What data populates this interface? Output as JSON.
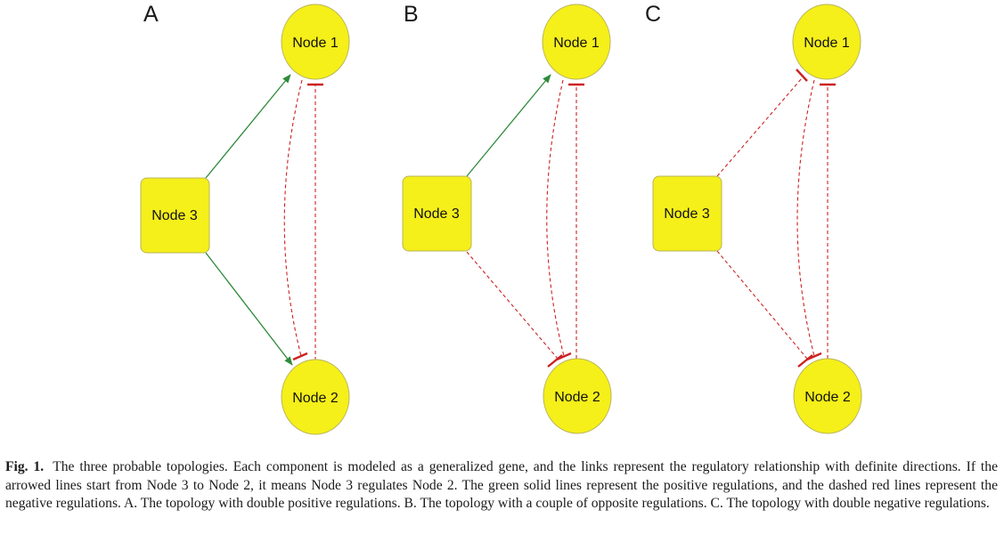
{
  "colors": {
    "node_fill": "#f5ef1a",
    "node_stroke": "#b8b45a",
    "positive": "#2e8b3a",
    "negative": "#cc2222"
  },
  "panels": [
    {
      "label": "A",
      "nodes": {
        "node1": "Node 1",
        "node2": "Node 2",
        "node3": "Node 3"
      },
      "regulations": {
        "node3_to_node1": "positive",
        "node3_to_node2": "positive"
      }
    },
    {
      "label": "B",
      "nodes": {
        "node1": "Node 1",
        "node2": "Node 2",
        "node3": "Node 3"
      },
      "regulations": {
        "node3_to_node1": "positive",
        "node3_to_node2": "negative"
      }
    },
    {
      "label": "C",
      "nodes": {
        "node1": "Node 1",
        "node2": "Node 2",
        "node3": "Node 3"
      },
      "regulations": {
        "node3_to_node1": "negative",
        "node3_to_node2": "negative"
      }
    }
  ],
  "caption": {
    "label": "Fig. 1.",
    "text": "The three probable topologies. Each component is modeled as a generalized gene, and the links represent the regulatory relationship with definite directions. If the arrowed lines start from Node 3 to Node 2, it means Node 3 regulates Node 2. The green solid lines represent the positive regulations, and the dashed red lines represent the negative regulations. A. The topology with double positive regulations. B. The topology with a couple of opposite regulations. C. The topology with double negative regulations."
  }
}
